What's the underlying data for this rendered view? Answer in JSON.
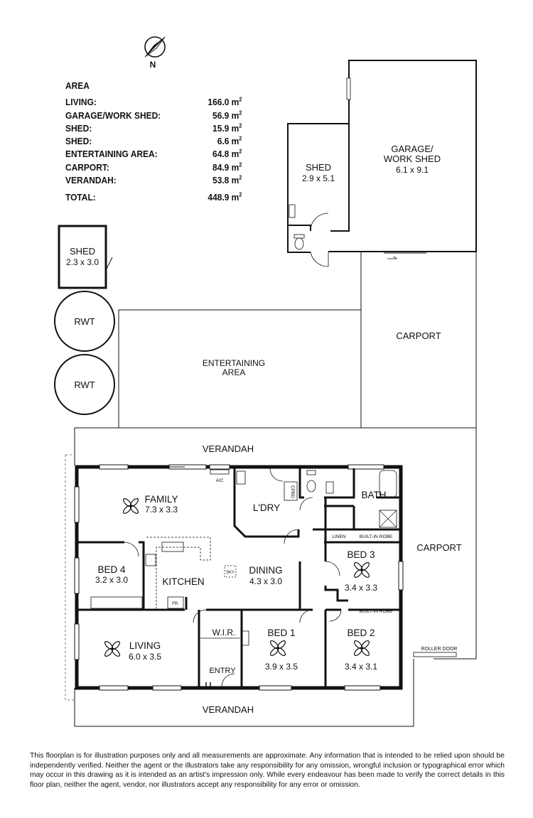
{
  "compass": {
    "label": "N",
    "icon": "north-arrow-icon"
  },
  "area_schedule": {
    "title": "AREA",
    "rows": [
      {
        "name": "LIVING:",
        "value": "166.0 m"
      },
      {
        "name": "GARAGE/WORK SHED:",
        "value": "56.9 m"
      },
      {
        "name": "SHED:",
        "value": "15.9 m"
      },
      {
        "name": "SHED:",
        "value": "6.6 m"
      },
      {
        "name": "ENTERTAINING AREA:",
        "value": "64.8 m"
      },
      {
        "name": "CARPORT:",
        "value": "84.9 m"
      },
      {
        "name": "VERANDAH:",
        "value": "53.8 m"
      }
    ],
    "total": {
      "name": "TOTAL:",
      "value": "448.9 m"
    },
    "unit_sup": "2"
  },
  "rooms": {
    "shed_small": {
      "name": "SHED",
      "size": "2.3 x 3.0"
    },
    "rwt_1": {
      "name": "RWT"
    },
    "rwt_2": {
      "name": "RWT"
    },
    "shed_large": {
      "name": "SHED",
      "size": "2.9 x 5.1"
    },
    "garage": {
      "name1": "GARAGE/",
      "name2": "WORK SHED",
      "size": "6.1 x 9.1"
    },
    "carport_top": {
      "name": "CARPORT"
    },
    "carport_side": {
      "name": "CARPORT"
    },
    "entertaining": {
      "name1": "ENTERTAINING",
      "name2": "AREA"
    },
    "verandah_top": {
      "name": "VERANDAH"
    },
    "verandah_bottom": {
      "name": "VERANDAH"
    },
    "family": {
      "name": "FAMILY",
      "size": "7.3 x 3.3"
    },
    "laundry": {
      "name": "L'DRY"
    },
    "cpbd": {
      "name": "CPBD"
    },
    "bath": {
      "name": "BATH"
    },
    "linen": {
      "name": "LINEN"
    },
    "robe_1": {
      "name": "BUILT-IN ROBE"
    },
    "robe_2": {
      "name": "BUILT-IN ROBE"
    },
    "bed3": {
      "name": "BED 3",
      "size": "3.4 x 3.3"
    },
    "bed4": {
      "name": "BED 4",
      "size": "3.2 x 3.0"
    },
    "kitchen": {
      "name": "KITCHEN"
    },
    "fridge": {
      "name": "FR."
    },
    "sky": {
      "name": "SKY"
    },
    "ac": {
      "name": "A/C"
    },
    "dining": {
      "name": "DINING",
      "size": "4.3 x 3.0"
    },
    "living": {
      "name": "LIVING",
      "size": "6.0 x 3.5"
    },
    "wir": {
      "name": "W.I.R."
    },
    "bed1": {
      "name": "BED 1",
      "size": "3.9 x 3.5"
    },
    "bed2": {
      "name": "BED 2",
      "size": "3.4 x 3.1"
    },
    "entry": {
      "name": "ENTRY"
    },
    "roller_door": {
      "name": "ROLLER DOOR"
    }
  },
  "disclaimer": "This floorplan is for illustration purposes only and all measurements are approximate. Any information that is intended to be relied upon should be independently verified. Neither the agent or the illustrators take any responsibility for any omission, wrongful inclusion or typographical error which may occur in this drawing as it is intended as an artist's impression only. While every endeavour has been made to verify the correct details in this floor plan, neither the agent, vendor, nor illustrators accept any responsibility for any error or omission."
}
